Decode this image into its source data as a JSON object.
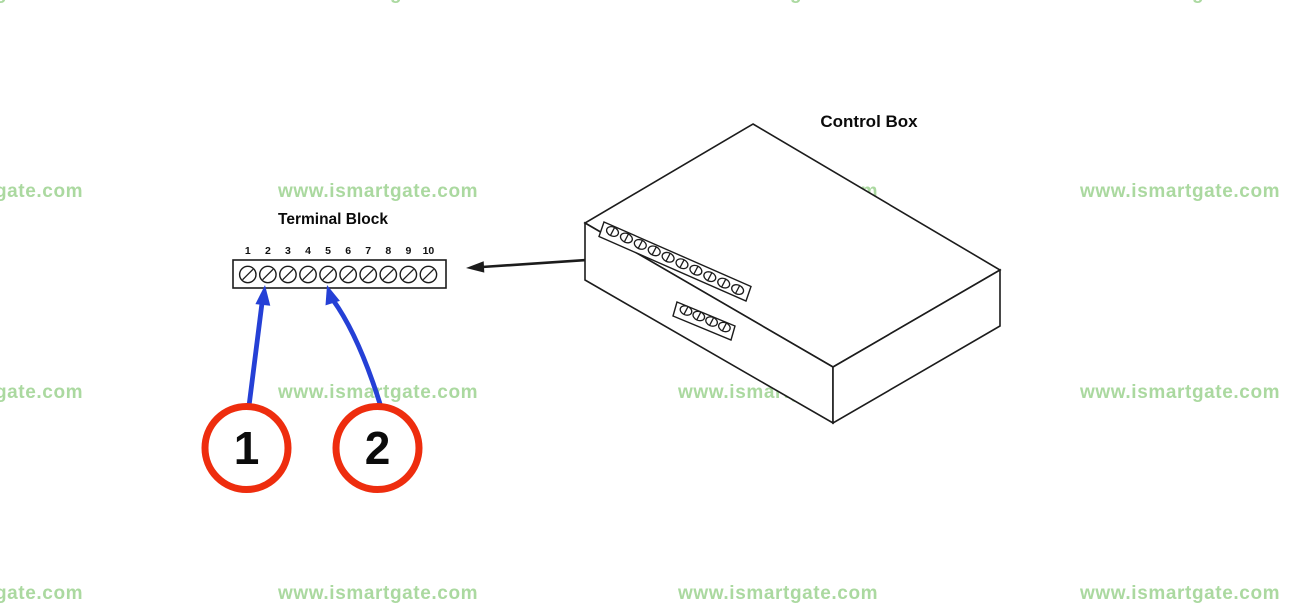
{
  "watermark": {
    "text": "www.ismartgate.com",
    "color": "#abd9a0"
  },
  "labels": {
    "terminal_block": "Terminal Block",
    "control_box": "Control Box"
  },
  "terminal_block": {
    "terminals": [
      "1",
      "2",
      "3",
      "4",
      "5",
      "6",
      "7",
      "8",
      "9",
      "10"
    ]
  },
  "control_box": {
    "top_strip_screw_count": 10,
    "side_strip_screw_count": 4
  },
  "callouts": [
    {
      "label": "1",
      "points_to_terminal": "2"
    },
    {
      "label": "2",
      "points_to_terminal": "5"
    }
  ],
  "colors": {
    "callout_red": "#ee2d0e",
    "arrow_blue": "#2540d6",
    "ink": "#1c1c1c",
    "watermark_green": "#abd9a0"
  }
}
